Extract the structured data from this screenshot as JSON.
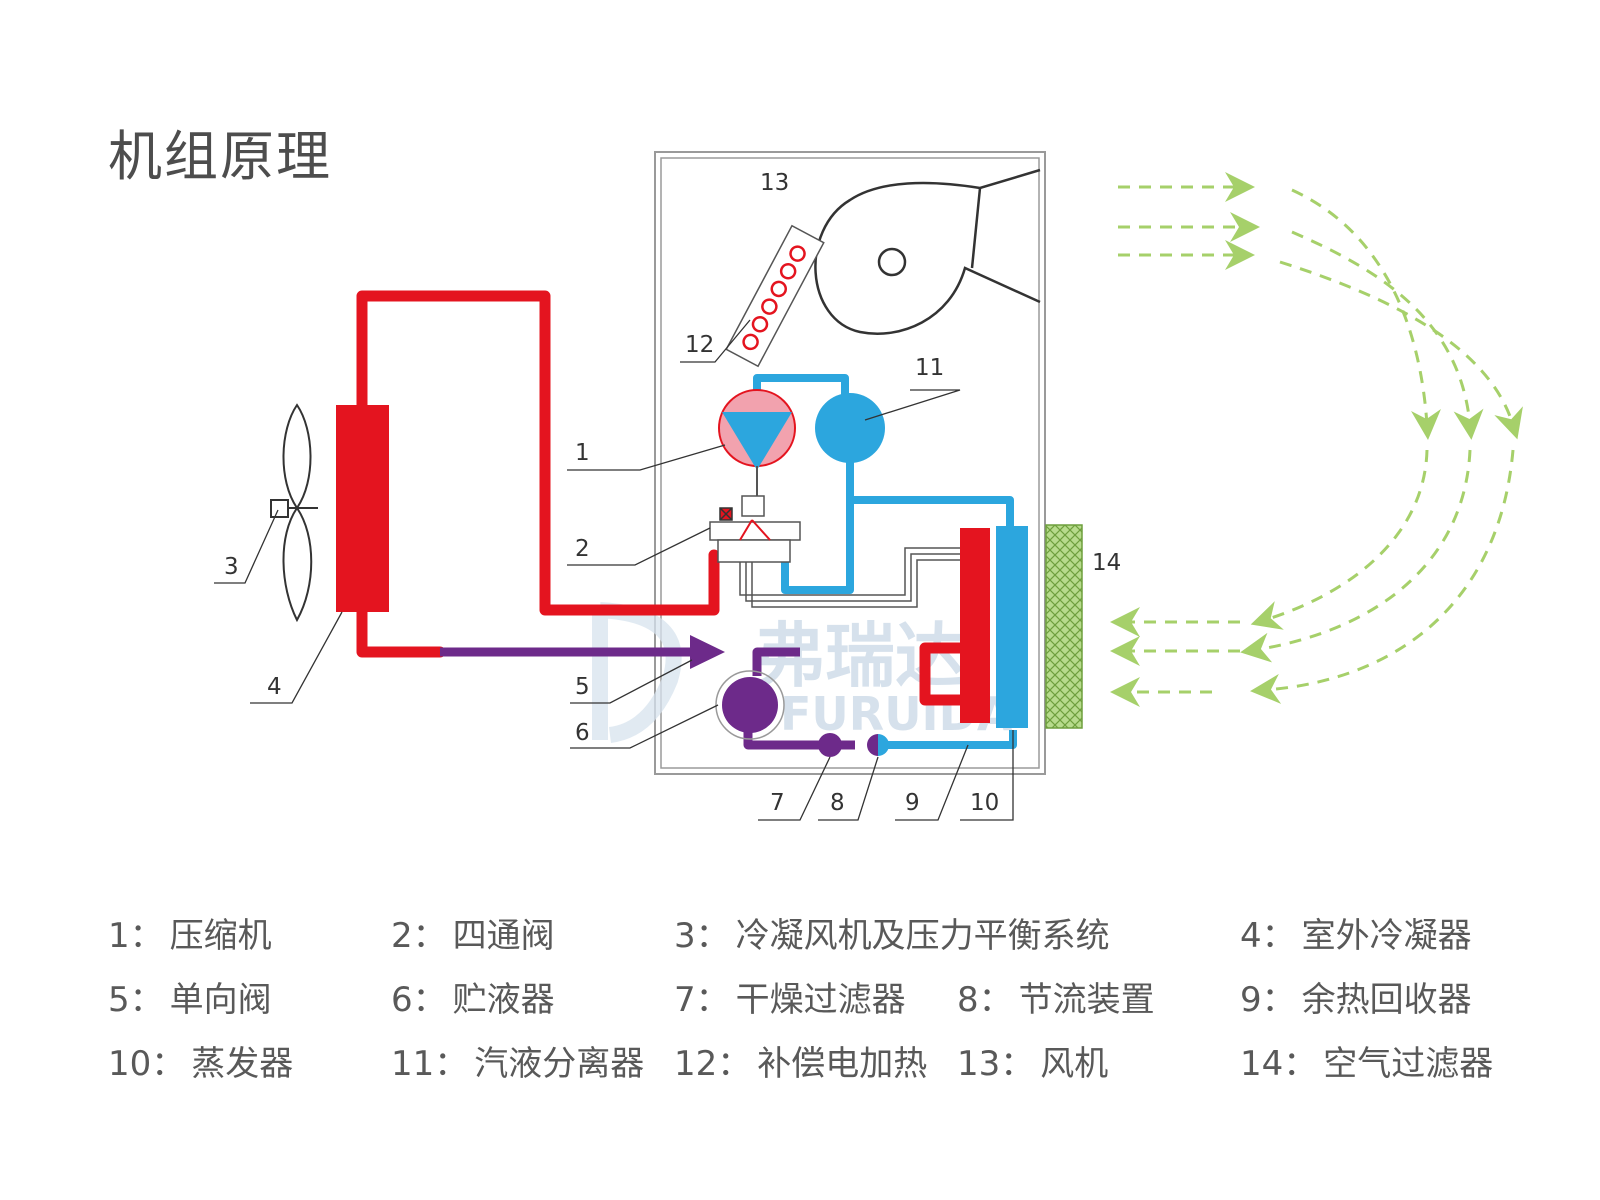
{
  "title": "机组原理",
  "colors": {
    "hot_pipe": "#e4141f",
    "cold_pipe": "#2ca6de",
    "mixed_pipe": "#6d2a8a",
    "airflow": "#a6d06a",
    "compressor_fill": "#f2a2ae",
    "filter_green": "#8fc25a"
  },
  "callouts": [
    "1",
    "2",
    "3",
    "4",
    "5",
    "6",
    "7",
    "8",
    "9",
    "10",
    "11",
    "12",
    "13",
    "14"
  ],
  "watermark": {
    "cn": "弗瑞达",
    "en": "FURUIDA"
  },
  "legend": [
    {
      "num": "1：",
      "text": "压缩机"
    },
    {
      "num": "2：",
      "text": "四通阀"
    },
    {
      "num": "3：",
      "text": "冷凝风机及压力平衡系统"
    },
    {
      "num": "",
      "text": ""
    },
    {
      "num": "4：",
      "text": "室外冷凝器"
    },
    {
      "num": "5：",
      "text": "单向阀"
    },
    {
      "num": "6：",
      "text": "贮液器"
    },
    {
      "num": "7：",
      "text": "干燥过滤器"
    },
    {
      "num": "8：",
      "text": "节流装置"
    },
    {
      "num": "9：",
      "text": "余热回收器"
    },
    {
      "num": "10：",
      "text": "蒸发器"
    },
    {
      "num": "11：",
      "text": "汽液分离器"
    },
    {
      "num": "12：",
      "text": "补偿电加热"
    },
    {
      "num": "13：",
      "text": "风机"
    },
    {
      "num": "14：",
      "text": "空气过滤器"
    }
  ]
}
